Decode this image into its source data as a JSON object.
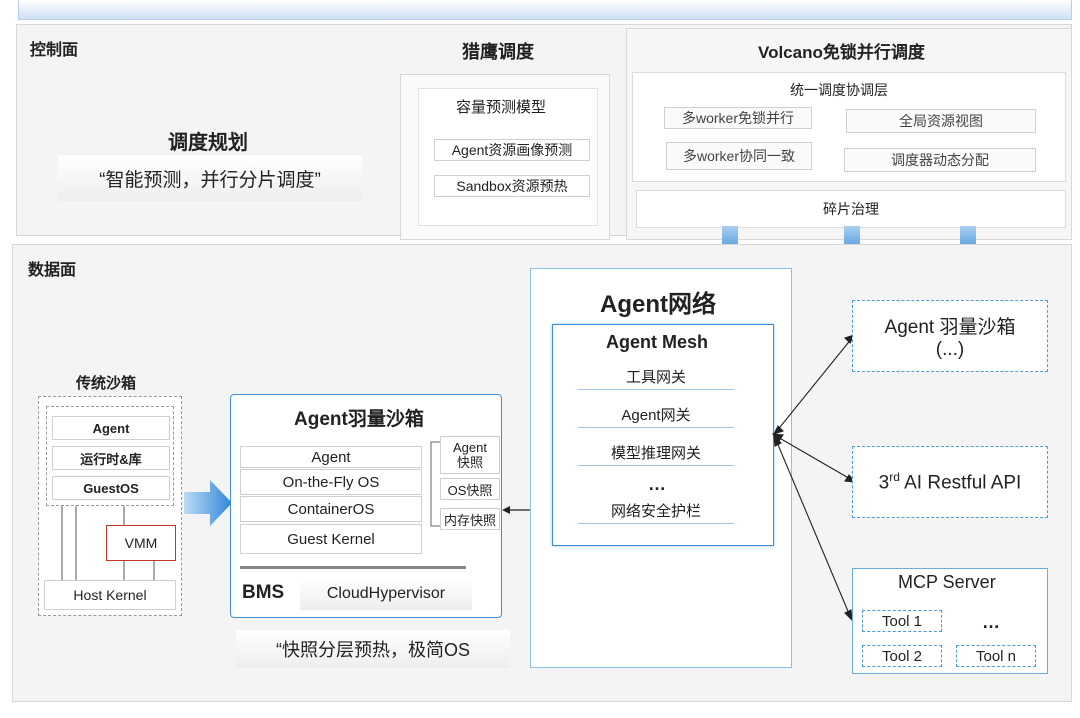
{
  "control_plane": {
    "title": "控制面",
    "planning_title": "调度规划",
    "planning_quote": "“智能预测，并行分片调度”"
  },
  "falcon": {
    "title": "猎鹰调度",
    "model_title": "容量预测模型",
    "items": [
      "Agent资源画像预测",
      "Sandbox资源预热"
    ]
  },
  "volcano": {
    "title": "Volcano免锁并行调度",
    "layer_title": "统一调度协调层",
    "items": [
      "多worker免锁并行",
      "全局资源视图",
      "多worker协同一致",
      "调度器动态分配"
    ],
    "fragment": "碎片治理"
  },
  "data_plane": {
    "title": "数据面"
  },
  "traditional": {
    "title": "传统沙箱",
    "layers": [
      "Agent",
      "运行时&库",
      "GuestOS"
    ],
    "vmm": "VMM",
    "host_kernel": "Host Kernel"
  },
  "agent_sandbox": {
    "title": "Agent羽量沙箱",
    "stack": [
      "Agent",
      "On-the-Fly OS",
      "ContainerOS",
      "Guest Kernel"
    ],
    "snapshots": [
      "Agent\n快照",
      "OS快照",
      "内存快照"
    ],
    "bms": "BMS",
    "hypervisor": "CloudHypervisor",
    "quote": "“快照分层预热，极简OS"
  },
  "agent_network": {
    "title": "Agent网络",
    "mesh_title": "Agent Mesh",
    "items": [
      "工具网关",
      "Agent网关",
      "模型推理网关",
      "…",
      "网络安全护栏"
    ]
  },
  "right": {
    "sandbox_line1": "Agent 羽量沙箱",
    "sandbox_line2": "(...)",
    "api_prefix": "3",
    "api_sup": "rd",
    "api_rest": " AI Restful API",
    "mcp_title": "MCP Server",
    "tools": [
      "Tool 1",
      "…",
      "Tool 2",
      "Tool n"
    ]
  },
  "colors": {
    "accent_blue": "#3b8fd2",
    "dashed_blue": "#4a9bd6",
    "vmm_red": "#c0392b",
    "panel_gray": "#f4f4f4"
  }
}
